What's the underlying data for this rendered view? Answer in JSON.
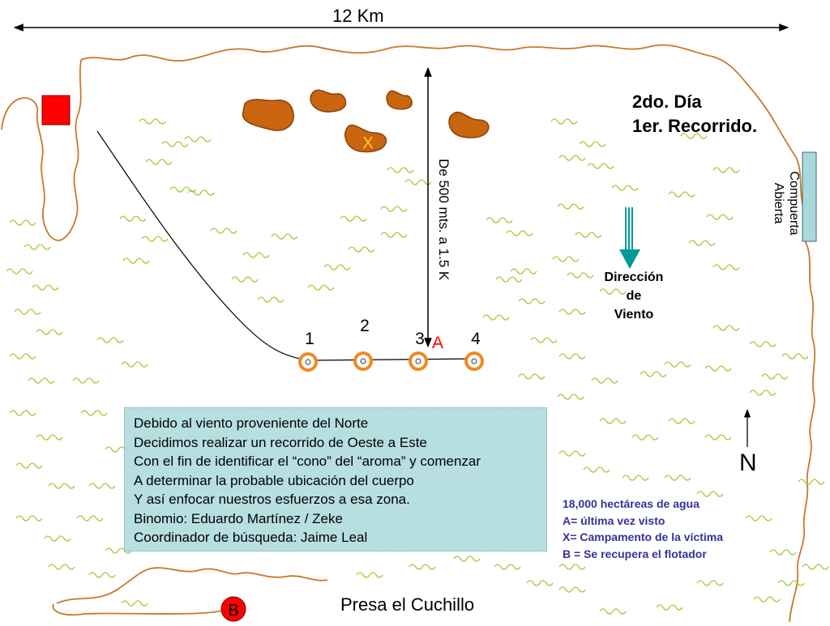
{
  "scale": {
    "label": "12 Km"
  },
  "day_title": {
    "line1": "2do. Día",
    "line2": "1er. Recorrido."
  },
  "gate": {
    "line1": "Compuerta",
    "line2": "Abierta"
  },
  "wind": {
    "line1": "Dirección",
    "line2": "de",
    "line3": "Viento"
  },
  "distance_label": "De 500 mts. a 1.5 K",
  "search_points": [
    {
      "number": "1"
    },
    {
      "number": "2"
    },
    {
      "number": "3"
    },
    {
      "number": "4"
    }
  ],
  "marker_a": "A",
  "marker_x": "X",
  "marker_b": "B",
  "north": "N",
  "info_box": {
    "lines": [
      "Debido al viento proveniente del Norte",
      "Decidimos realizar un recorrido de Oeste a Este",
      "Con el fin de identificar el “cono” del “aroma” y comenzar",
      "A determinar la probable ubicación del cuerpo",
      "Y así enfocar nuestros esfuerzos a esa zona.",
      "Binomio: Eduardo Martínez / Zeke",
      "Coordinador de búsqueda: Jaime Leal"
    ]
  },
  "legend": {
    "lines": [
      "18,000 hectáreas de agua",
      "A= última vez visto",
      "X= Campamento de la víctima",
      "B = Se recupera el flotador"
    ]
  },
  "dam_name": "Presa el Cuchillo",
  "colors": {
    "shoreline": "#c8782a",
    "grass": "#99cc33",
    "hill_fill": "#c8650e",
    "hill_stroke": "#8a4208",
    "marker_ring": "#f08a1e",
    "marker_a": "#ff0000",
    "wind_arrow": "#009999",
    "info_box_bg": "#b7dfe1",
    "gate_fill": "#a9d9dd",
    "legend_text": "#333399",
    "red_square": "#ff0000"
  },
  "icons": {
    "wind_arrow": "arrow-down-icon",
    "north_arrow": "arrow-up-icon",
    "hills": "hill-icon",
    "grass": "grass-icon"
  }
}
